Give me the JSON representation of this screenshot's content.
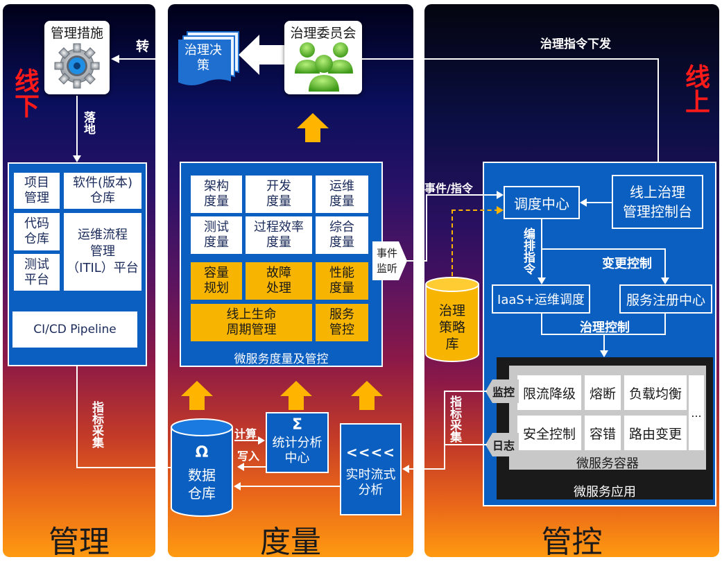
{
  "panels": {
    "management": {
      "footer": "管理",
      "offline_tag": "线下",
      "measures": "管理措施",
      "transfer": "转",
      "landing": "落地",
      "tools": [
        {
          "label": "项目\n管理"
        },
        {
          "label": "软件(版本)\n仓库"
        },
        {
          "label": "代码\n仓库"
        },
        {
          "label": "运维流程\n管理\n（ITIL）平台"
        },
        {
          "label": "测试\n平台"
        }
      ],
      "cicd": "CI/CD Pipeline",
      "metric_collect": "指标采集"
    },
    "measurement": {
      "footer": "度量",
      "decision": "治理决\n策",
      "committee": "治理委员会",
      "metrics": [
        "架构\n度量",
        "开发\n度量",
        "运维\n度量",
        "测试\n度量",
        "过程效率\n度量",
        "综合\n度量"
      ],
      "yellow": [
        "容量\n规划",
        "故障\n处理",
        "性能\n度量",
        "线上生命\n周期管理",
        "服务\n管控"
      ],
      "box_caption": "微服务度量及管控",
      "event_listen": "事件\n监听",
      "warehouse_symbol": "Ω",
      "warehouse": "数据\n仓库",
      "compute": "计算",
      "write": "写入",
      "stat_symbol": "Σ",
      "stat_center": "统计分析\n中心",
      "stream_symbol": "<<<<",
      "stream": "实时流式\n分析"
    },
    "control": {
      "footer": "管控",
      "online_tag": "线上",
      "directive_issue": "治理指令下发",
      "event_cmd": "事件/指令",
      "dispatch": "调度中心",
      "console": "线上治理\n管理控制台",
      "orchestrate": "编排指令",
      "change_control": "变更控制",
      "iaas": "IaaS+运维调度",
      "registry": "服务注册中心",
      "gov_control": "治理控制",
      "policy_db": "治理\n策略\n库",
      "monitor": "监控",
      "log": "日志",
      "metric_collect": "指标采集",
      "container_cells": [
        "限流降级",
        "熔断",
        "负载均衡",
        "安全控制",
        "容错",
        "路由变更"
      ],
      "ellipsis": "...",
      "container": "微服务容器",
      "app": "微服务应用"
    }
  },
  "colors": {
    "box_blue": "#0b5fc0",
    "yellow": "#f7b400",
    "red_tag": "#ff1a1a",
    "arrow_yellow": "#ffb400"
  }
}
